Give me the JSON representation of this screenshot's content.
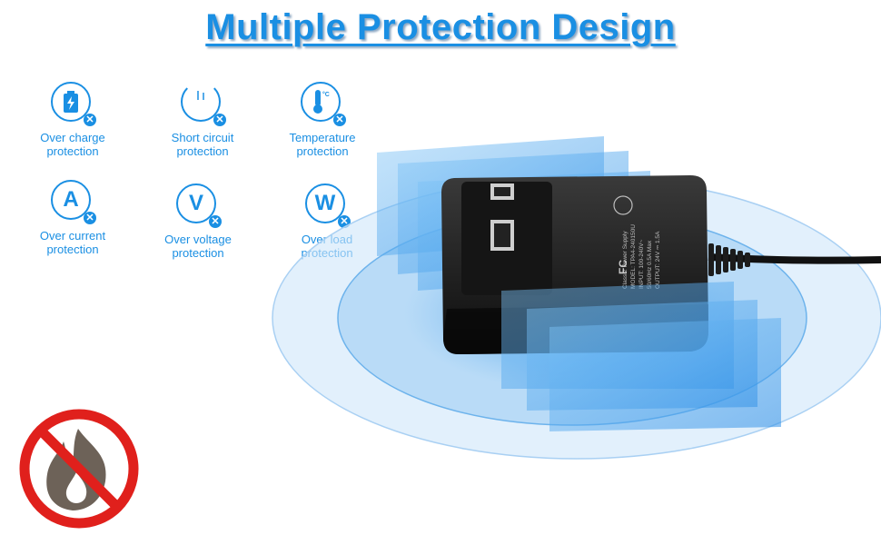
{
  "title": "Multiple Protection Design",
  "features": [
    {
      "icon": "battery-icon",
      "glyph": "",
      "line1": "Over charge",
      "line2": "protection"
    },
    {
      "icon": "power-icon",
      "glyph": "",
      "line1": "Short circuit",
      "line2": "protection"
    },
    {
      "icon": "thermometer-icon",
      "glyph": "",
      "line1": "Temperature",
      "line2": "protection"
    },
    {
      "icon": "current-icon",
      "glyph": "A",
      "line1": "Over current",
      "line2": "protection"
    },
    {
      "icon": "voltage-icon",
      "glyph": "V",
      "line1": "Over voltage",
      "line2": "protection"
    },
    {
      "icon": "load-icon",
      "glyph": "W",
      "line1": "Over load",
      "line2": "protection"
    }
  ],
  "adapter_label": {
    "line1": "Class 2 Power Supply",
    "line2": "MODEL: TPA4-240150U",
    "line3": "INPUT: 100-240V~",
    "line4": "50/60Hz 0.5A Max",
    "line5": "OUTPUT: 24V ⎓ 1.5A"
  },
  "colors": {
    "accent": "#1a8fe3",
    "no_fire_red": "#e0201c",
    "flame": "#6d6258"
  }
}
